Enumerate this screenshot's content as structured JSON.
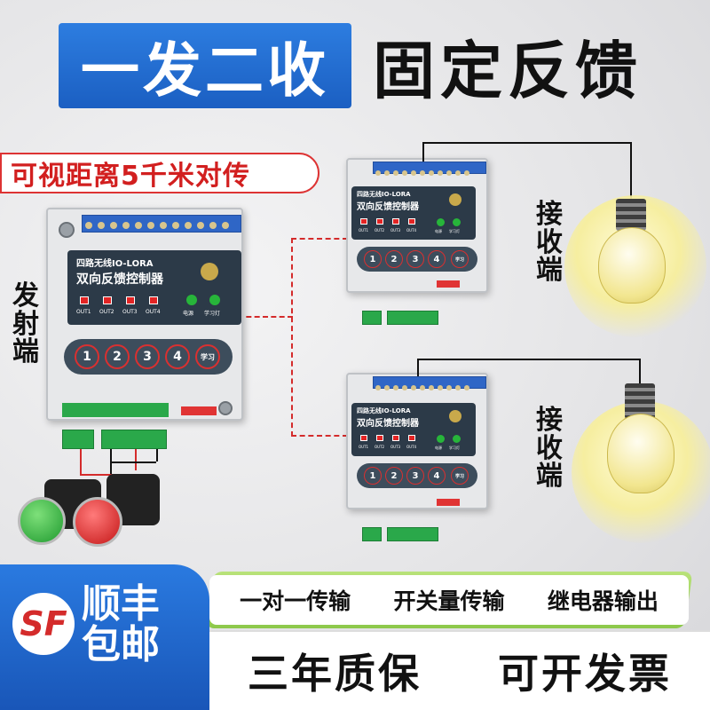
{
  "headline": {
    "left": "一发二收",
    "right": "固定反馈"
  },
  "range_banner": "可视距离5千米对传",
  "transmitter": {
    "label": "发射端",
    "device_title_small": "四路无线IO-LORA",
    "device_title": "双向反馈控制器",
    "outputs": [
      "OUT1",
      "OUT2",
      "OUT3",
      "OUT4"
    ],
    "leds": [
      "电源",
      "学习灯"
    ],
    "keys": [
      "1",
      "2",
      "3",
      "4",
      "学习"
    ]
  },
  "receivers": [
    {
      "label": "接收端",
      "device_title_small": "四路无线IO-LORA",
      "device_title": "双向反馈控制器",
      "outputs": [
        "OUT1",
        "OUT2",
        "OUT3",
        "OUT4"
      ],
      "leds": [
        "电源",
        "学习灯"
      ],
      "keys": [
        "1",
        "2",
        "3",
        "4",
        "学习"
      ]
    },
    {
      "label": "接收端",
      "device_title_small": "四路无线IO-LORA",
      "device_title": "双向反馈控制器",
      "outputs": [
        "OUT1",
        "OUT2",
        "OUT3",
        "OUT4"
      ],
      "leds": [
        "电源",
        "学习灯"
      ],
      "keys": [
        "1",
        "2",
        "3",
        "4",
        "学习"
      ]
    }
  ],
  "features": [
    "一对一传输",
    "开关量传输",
    "继电器输出"
  ],
  "shipping": {
    "logo": "SF",
    "line1": "顺丰",
    "line2": "包邮"
  },
  "guarantees": [
    "三年质保",
    "可开发票"
  ],
  "colors": {
    "blue": "#1b5fc2",
    "red": "#d21f1f",
    "green": "#8cc84a"
  }
}
